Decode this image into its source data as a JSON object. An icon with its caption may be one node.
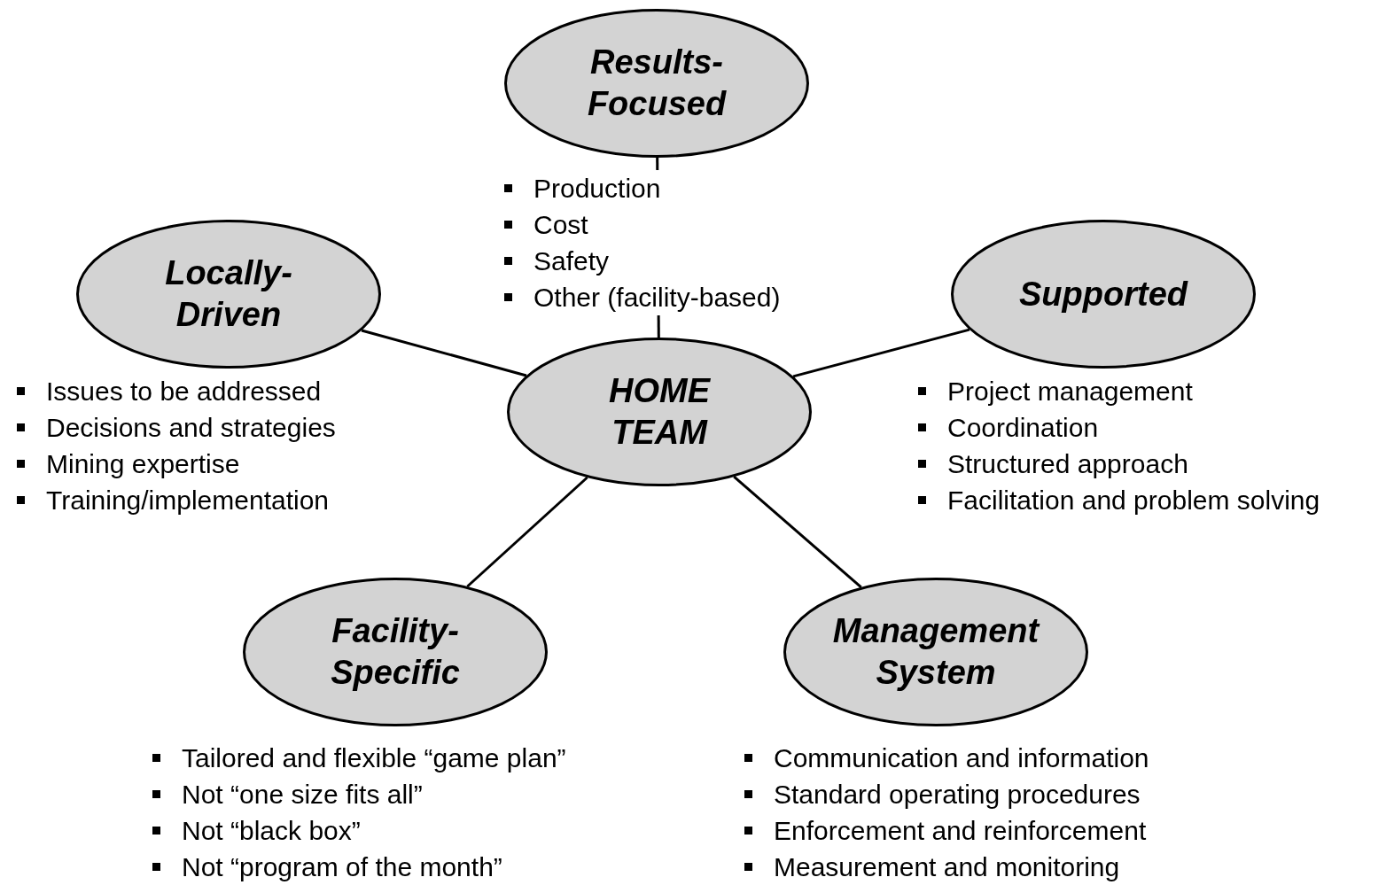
{
  "diagram": {
    "nodes": [
      {
        "text": [
          "Results- Focused"
        ],
        "beside": [
          "Production",
          "Cost",
          "Safety",
          "Other (facility-based)"
        ]
      },
      {
        "text": [
          "Locally- Driven"
        ],
        "beside": [
          "Issues to be addressed",
          "Decisions and strategies",
          "Mining expertise",
          "Training/implementation"
        ]
      },
      {
        "text": [
          "Supported"
        ],
        "beside": [
          "Project management",
          "Coordination",
          "Structured approach",
          "Facilitation and problem solving"
        ]
      },
      {
        "text": [
          "HOME TEAM"
        ]
      },
      {
        "text": [
          "Facility- Specific"
        ],
        "beside": [
          "Tailored and flexible “game plan”",
          "Not “one size fits all”",
          "Not “black box”",
          "Not “program of the month”"
        ]
      },
      {
        "text": [
          "Management System"
        ],
        "beside": [
          "Communication and information",
          "Standard operating procedures",
          "Enforcement and reinforcement",
          "Measurement and monitoring"
        ]
      }
    ],
    "edges": [
      {
        "from": 0,
        "to": 3,
        "arrow": "none"
      },
      {
        "from": 1,
        "to": 3,
        "arrow": "none"
      },
      {
        "from": 2,
        "to": 3,
        "arrow": "none"
      },
      {
        "from": 4,
        "to": 3,
        "arrow": "none"
      },
      {
        "from": 5,
        "to": 3,
        "arrow": "none"
      }
    ]
  }
}
